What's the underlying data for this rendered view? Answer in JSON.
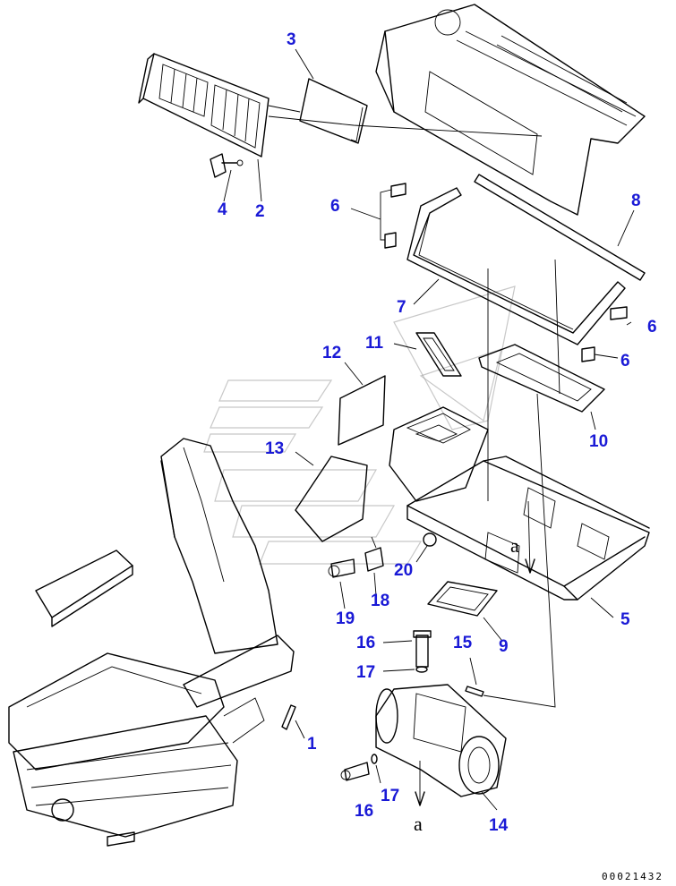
{
  "diagram": {
    "callouts": [
      "1",
      "2",
      "3",
      "4",
      "5",
      "6",
      "6",
      "6",
      "7",
      "8",
      "9",
      "10",
      "11",
      "12",
      "13",
      "14",
      "15",
      "16",
      "16",
      "17",
      "17",
      "18",
      "19",
      "20"
    ],
    "reference_letter": "a",
    "drawing_number": "00021432",
    "colors": {
      "callout": "#1a1ad6",
      "lines": "#000000",
      "watermark": "#9a9a9a"
    }
  }
}
